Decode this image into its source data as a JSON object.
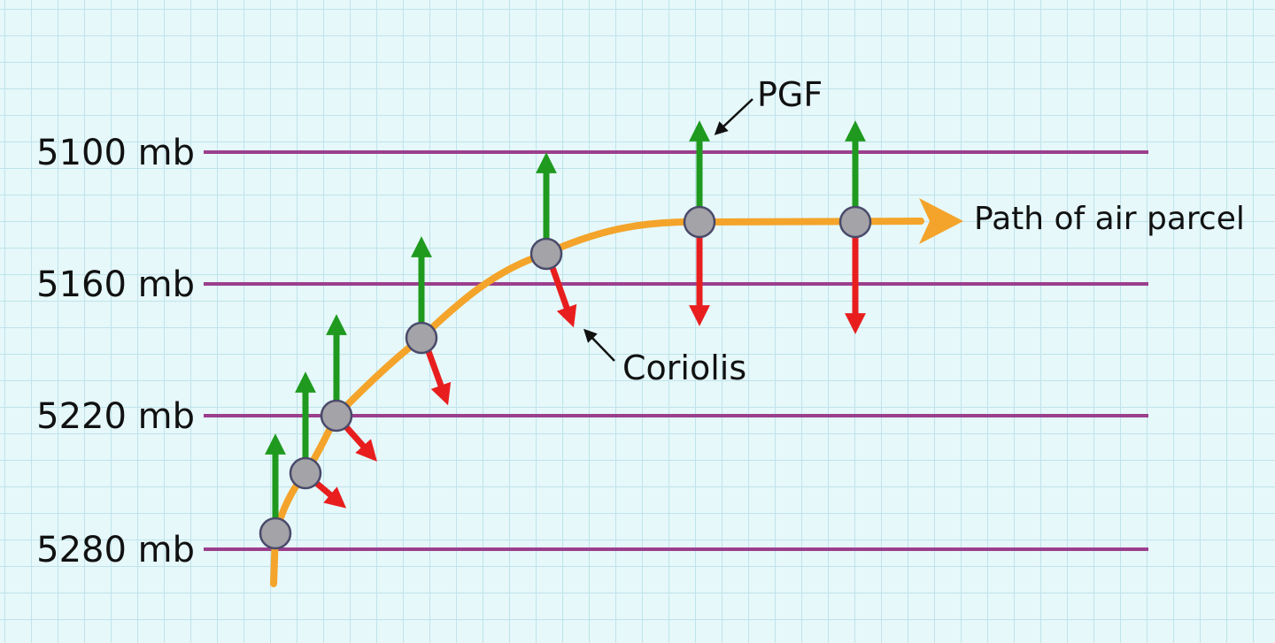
{
  "isobars": [
    {
      "label": "5100 mb"
    },
    {
      "label": "5160 mb"
    },
    {
      "label": "5220 mb"
    },
    {
      "label": "5280 mb"
    }
  ],
  "labels": {
    "pgf": "PGF",
    "coriolis": "Coriolis",
    "path": "Path of air parcel"
  },
  "colors": {
    "isobar": "#9b3f8d",
    "path": "#f4a42a",
    "pgf": "#1f9a1f",
    "coriolis": "#e81e1e",
    "parcel_fill": "#a3a3a8",
    "parcel_stroke": "#4a4a6a",
    "grid": "#bfe3ea",
    "background": "#e6f8fa"
  },
  "parcel_count": 7
}
